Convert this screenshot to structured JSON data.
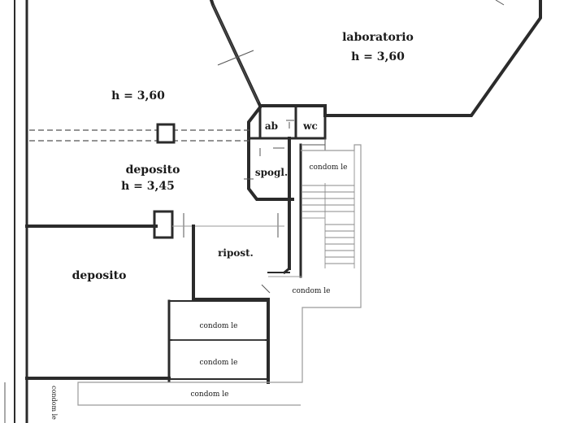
{
  "rooms": {
    "laboratorio": {
      "name": "laboratorio",
      "height": "h = 3,60"
    },
    "top_left": {
      "height": "h = 3,60"
    },
    "deposito_upper": {
      "name": "deposito",
      "height": "h = 3,45"
    },
    "deposito_lower": {
      "name": "deposito"
    },
    "riposto": {
      "name": "ripost."
    },
    "spogliatoio": {
      "name": "spogl."
    },
    "antibagno": {
      "name": "ab"
    },
    "wc": {
      "name": "wc"
    }
  },
  "condominio_labels": {
    "stair": "condom le",
    "landing": "condom le",
    "box1": "condom le",
    "box2": "condom le",
    "corridor": "condom le",
    "vertical": "condom le"
  }
}
